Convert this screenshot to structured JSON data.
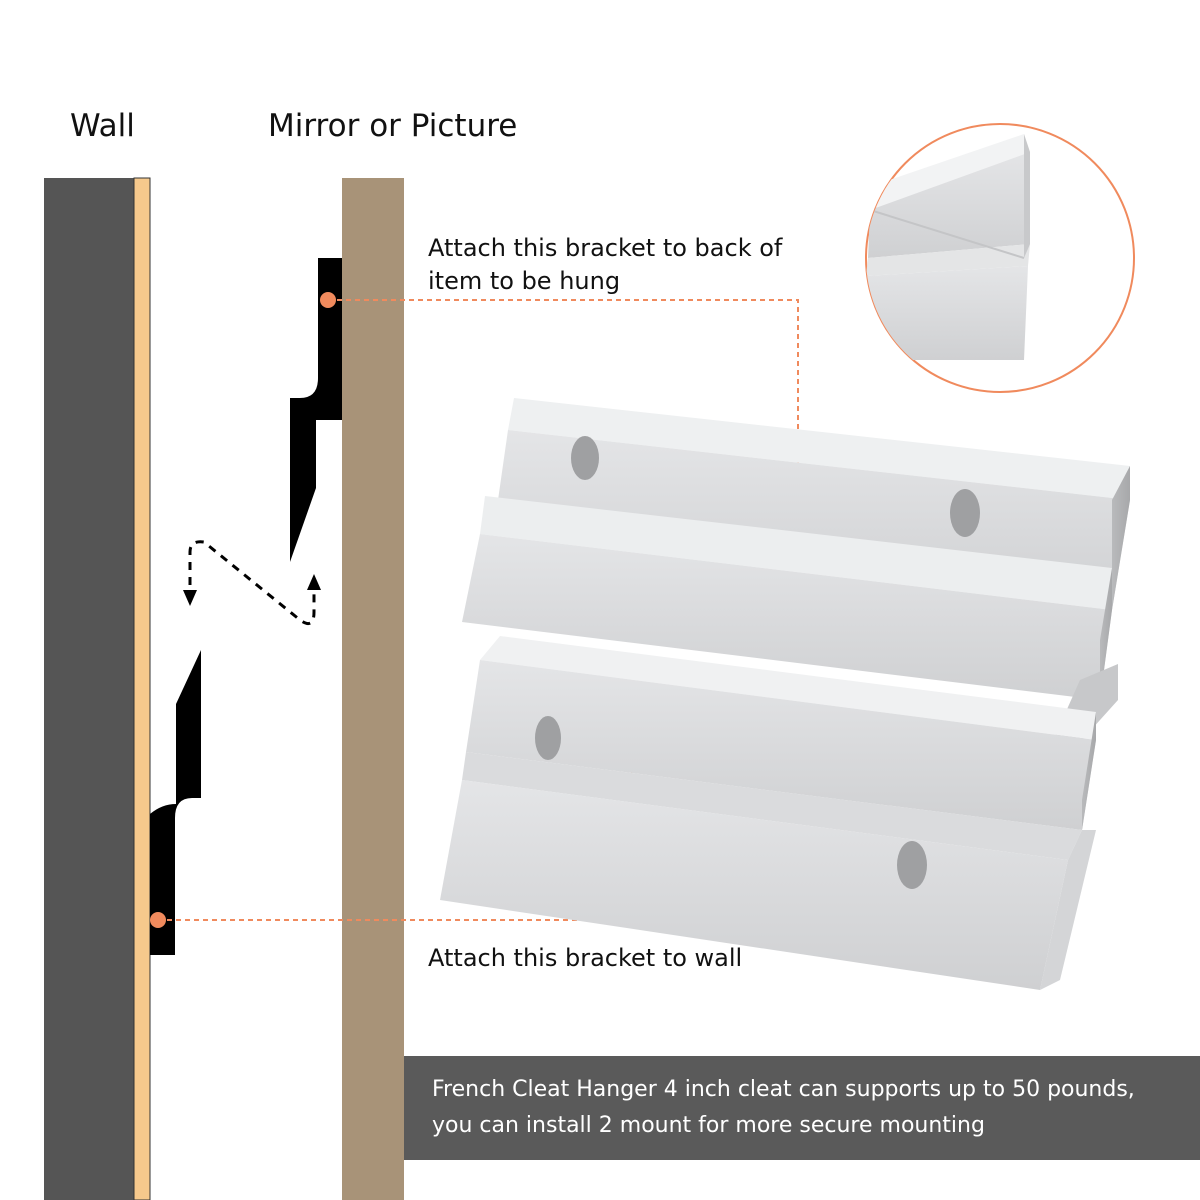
{
  "labels": {
    "wall": "Wall",
    "mirror": "Mirror or Picture"
  },
  "callouts": {
    "top": "Attach this bracket to back of item to be hung",
    "bottom": "Attach this bracket to wall"
  },
  "caption": {
    "line1": "French Cleat Hanger 4 inch cleat can supports up to 50 pounds,",
    "line2": "you can install 2 mount for more secure mounting"
  },
  "colors": {
    "wall": "#555555",
    "wall_strip": "#f6c98c",
    "mirror_board": "#a89378",
    "cleat": "#000000",
    "callout_accent": "#f08a5d",
    "caption_bg": "#5a5a5a",
    "aluminum": "#d7d8da"
  }
}
